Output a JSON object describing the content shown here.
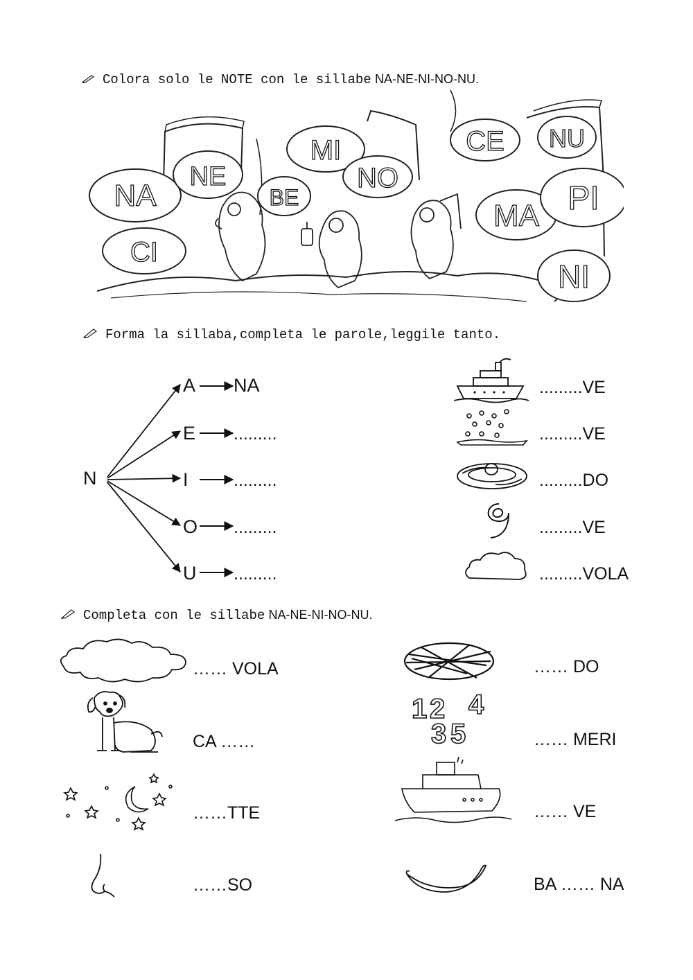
{
  "section1": {
    "instruction": "Colora solo le NOTE con le sillabe",
    "syllables": "NA-NE-NI-NO-NU.",
    "notes": [
      "NA",
      "NE",
      "CI",
      "BE",
      "MI",
      "NO",
      "CE",
      "NU",
      "MA",
      "PI",
      "NI"
    ]
  },
  "section2": {
    "instruction": "Forma la sillaba,completa le parole,leggile tanto.",
    "root": "N",
    "vowels": [
      "A",
      "E",
      "I",
      "O",
      "U"
    ],
    "first_result": "NA",
    "blank": ".........",
    "words": [
      {
        "picture": "ship-icon",
        "text": ".........VE"
      },
      {
        "picture": "snow-icon",
        "text": ".........VE"
      },
      {
        "picture": "nest-icon",
        "text": ".........DO"
      },
      {
        "picture": "nine-icon",
        "text": ".........VE"
      },
      {
        "picture": "cloud-icon",
        "text": ".........VOLA"
      }
    ]
  },
  "section3": {
    "instruction": "Completa con le sillabe",
    "syllables": "NA-NE-NI-NO-NU.",
    "left_items": [
      {
        "picture": "cloud-icon",
        "text": "…… VOLA"
      },
      {
        "picture": "dog-icon",
        "text": "CA ……"
      },
      {
        "picture": "night-sky-icon",
        "text": "……TTE"
      },
      {
        "picture": "nose-icon",
        "text": "……SO"
      }
    ],
    "right_items": [
      {
        "picture": "nest-icon",
        "text": "…… DO"
      },
      {
        "picture": "numbers-icon",
        "text": "…… MERI"
      },
      {
        "picture": "ship-icon",
        "text": "…… VE"
      },
      {
        "picture": "banana-icon",
        "text": "BA …… NA"
      }
    ],
    "numbers": [
      "1",
      "2",
      "3",
      "4",
      "5"
    ]
  }
}
